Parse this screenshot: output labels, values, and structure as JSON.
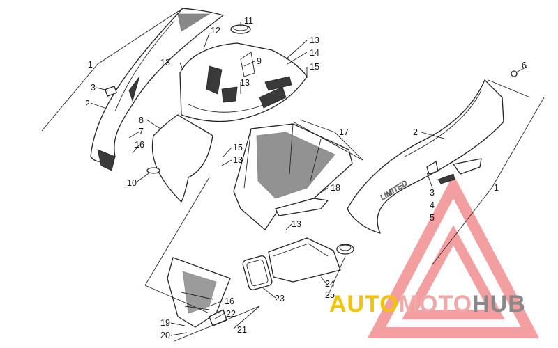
{
  "callouts": {
    "c1_left": "1",
    "c1_right": "1",
    "c2_left": "2",
    "c2_right": "2",
    "c3_left": "3",
    "c3_right": "3",
    "c4": "4",
    "c5": "5",
    "c6": "6",
    "c7": "7",
    "c8": "8",
    "c9": "9",
    "c10": "10",
    "c11": "11",
    "c12": "12",
    "c13_a": "13",
    "c13_b": "13",
    "c13_c": "13",
    "c13_d": "13",
    "c13_e": "13",
    "c14": "14",
    "c15_a": "15",
    "c15_b": "15",
    "c16_a": "16",
    "c16_b": "16",
    "c17": "17",
    "c18": "18",
    "c19": "19",
    "c20": "20",
    "c21": "21",
    "c22": "22",
    "c23": "23",
    "c24": "24",
    "c25": "25"
  },
  "decal_text": "LIMITED",
  "watermark": {
    "part1": "AUTO",
    "part2": "MOTO",
    "part3": "HUB",
    "colors": {
      "auto": "#f2c400",
      "moto": "#f0a8a8",
      "hub": "#888888",
      "logo": "#f08080"
    }
  }
}
